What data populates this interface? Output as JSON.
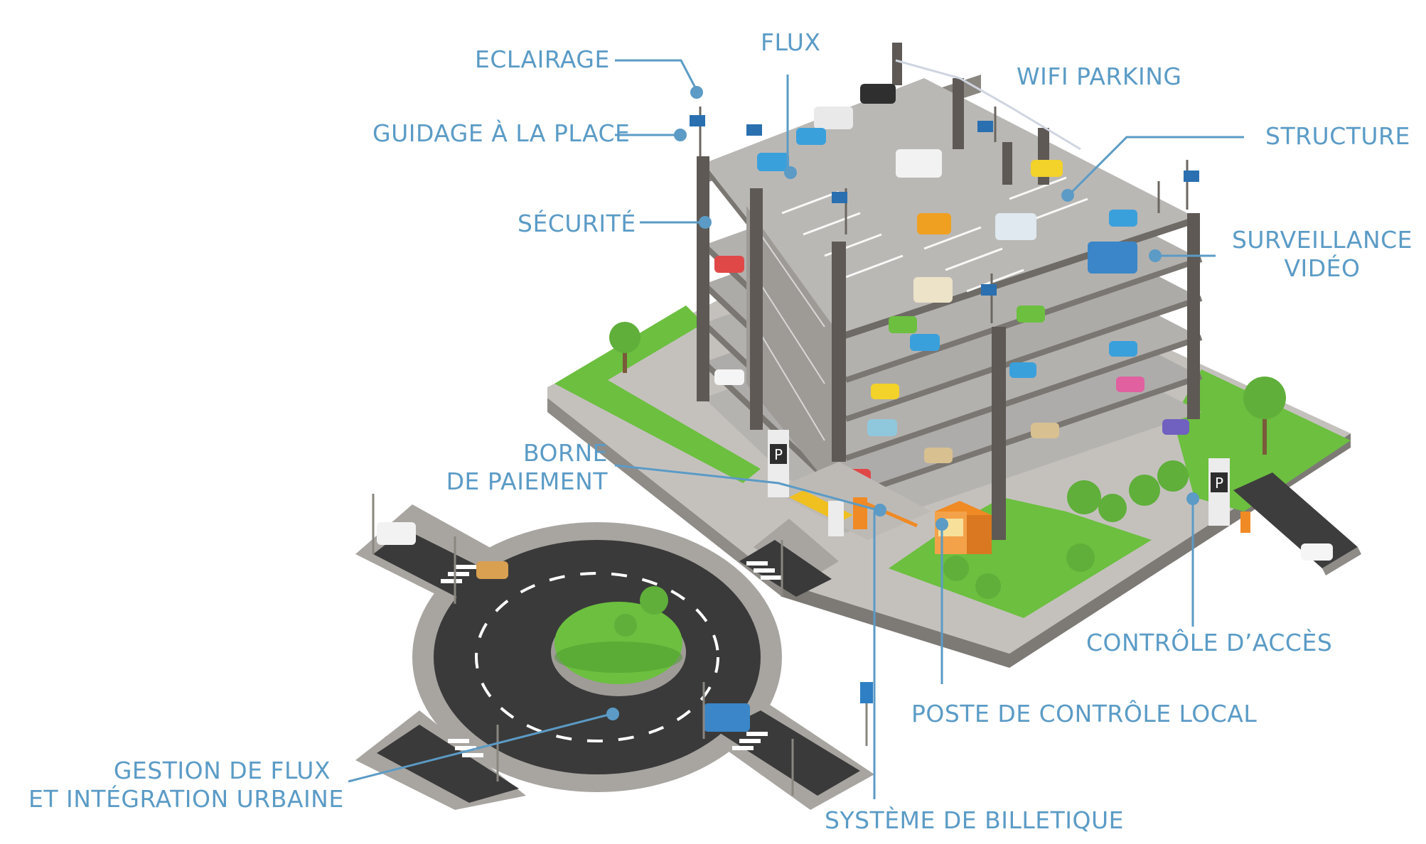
{
  "labels": {
    "eclairage": "ECLAIRAGE",
    "flux": "FLUX",
    "wifi": "WIFI PARKING",
    "guidage": "GUIDAGE À LA PLACE",
    "structure": "STRUCTURE",
    "securite": "SÉCURITÉ",
    "surveillance_1": "SURVEILLANCE",
    "surveillance_2": "VIDÉO",
    "borne_1": "BORNE",
    "borne_2": "DE PAIEMENT",
    "controle_acces": "CONTRÔLE D’ACCÈS",
    "poste": "POSTE DE CONTRÔLE LOCAL",
    "gestion_1": "GESTION DE FLUX",
    "gestion_2": "ET INTÉGRATION URBAINE",
    "billetique": "SYSTÈME DE BILLETIQUE"
  },
  "signs": {
    "parking_letter": "P"
  },
  "colors": {
    "label": "#5b9bc6",
    "grass": "#6cbf3f",
    "road": "#3a3a3a",
    "deck": "#a9a9a9",
    "pillar": "#6b6660",
    "sidewalk": "#bdbab6",
    "barrier": "#f08a24",
    "sign": "#2f7fc4"
  }
}
